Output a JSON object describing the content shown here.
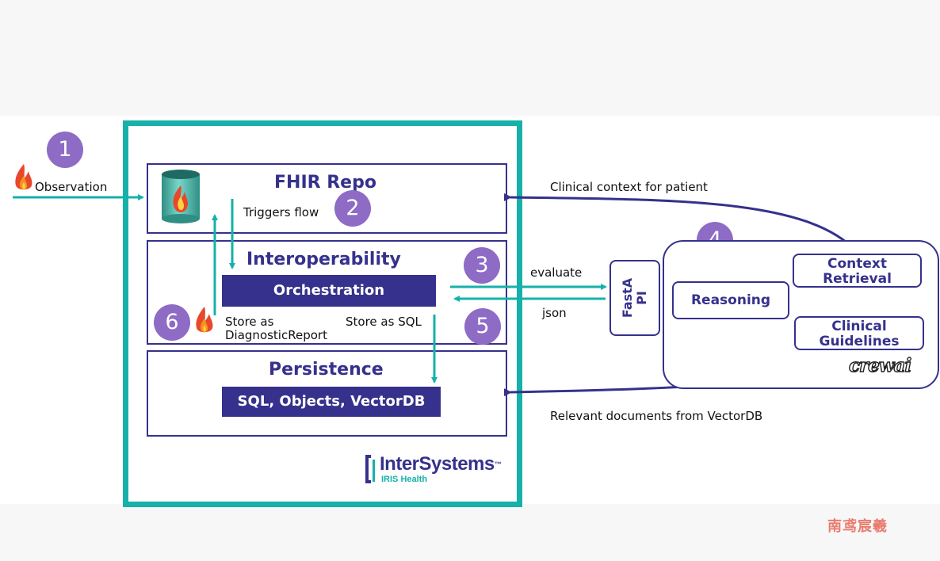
{
  "inputs": {
    "observation_label": "Observation"
  },
  "steps": [
    "1",
    "2",
    "3",
    "4",
    "5",
    "6"
  ],
  "fhir_repo": {
    "title": "FHIR Repo",
    "triggers_label": "Triggers flow"
  },
  "interoperability": {
    "title": "Interoperability",
    "orchestration": "Orchestration",
    "store_report_line1": "Store as",
    "store_report_line2": "DiagnosticReport",
    "store_sql": "Store as SQL"
  },
  "persistence": {
    "title": "Persistence",
    "storage": "SQL, Objects, VectorDB"
  },
  "api": {
    "evaluate_label": "evaluate",
    "json_label": "json",
    "fastapi_line1": "FastA",
    "fastapi_line2": "PI"
  },
  "crew": {
    "reasoning": "Reasoning",
    "context_line1": "Context",
    "context_line2": "Retrieval",
    "guidelines_line1": "Clinical",
    "guidelines_line2": "Guidelines",
    "brand": "crewai"
  },
  "edges": {
    "clinical_context": "Clinical context for patient",
    "relevant_docs": "Relevant documents from VectorDB"
  },
  "branding": {
    "intersystems": "InterSystems",
    "tm": "™",
    "iris": "IRIS Health",
    "watermark": "南鸢宸羲"
  },
  "colors": {
    "teal": "#16b1aa",
    "navy": "#35318c",
    "purple": "#8e6bc5"
  }
}
